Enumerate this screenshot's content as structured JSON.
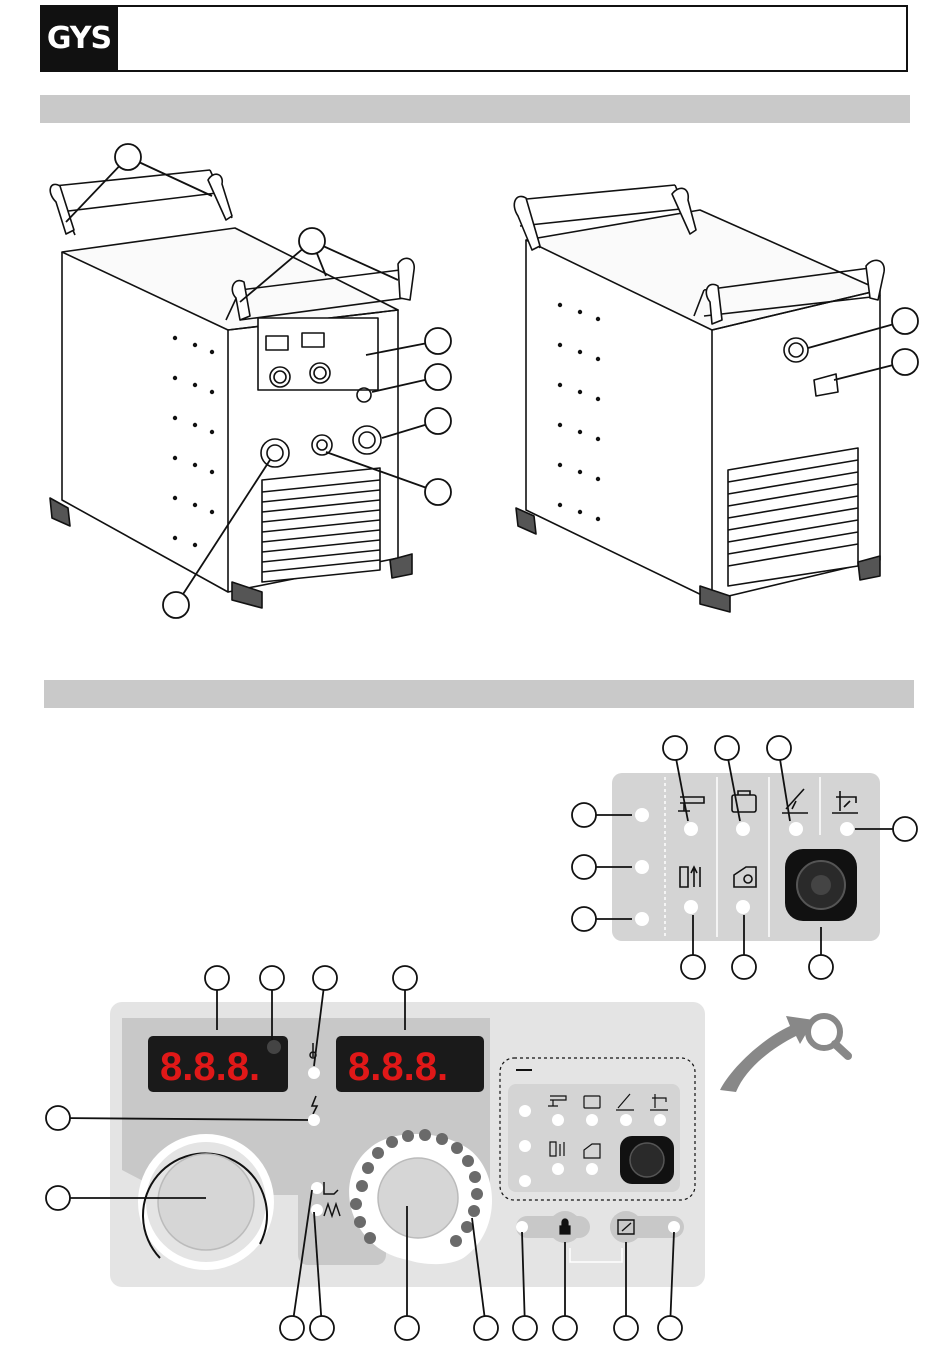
{
  "brand": {
    "logo_text": "GYS"
  },
  "header": {
    "title": ""
  },
  "sections": {
    "machine_views": "",
    "control_panel": ""
  },
  "panel": {
    "left_display": "8.8.8.",
    "right_display": "8.8.8.",
    "lock_icon": "lock-icon",
    "torch_icon": "torch-icon",
    "thermometer_icon": "thermometer-icon",
    "lightning_icon": "lightning-icon"
  },
  "colors": {
    "panel_bg": "#e4e4e4",
    "panel_dark": "#c8c8c8",
    "display_bg": "#1a1a1a",
    "display_digits": "#e01818",
    "led_ring": "#6a6a6a"
  }
}
